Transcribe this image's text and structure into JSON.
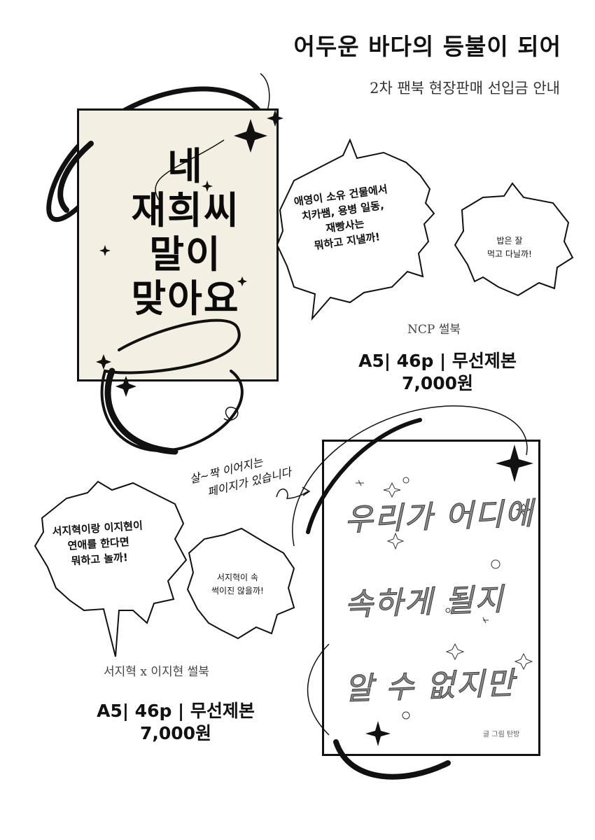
{
  "header": {
    "title_part1": "어두운",
    "title_part2": "바다의",
    "title_part3": "등불",
    "title_part4": "이 되어",
    "subtitle": "2차 팬북 현장판매 선입금 안내"
  },
  "book1": {
    "cover_lines": [
      "네",
      "재희씨",
      "말이",
      "맞아요"
    ],
    "bubble_main_lines": [
      "애영이 소유 건물에서",
      "치카쌤, 용병 일동,",
      "재빵사는",
      "뭐하고 지낼까!"
    ],
    "bubble_small_lines": [
      "밥은 잘",
      "먹고 다닐까!"
    ],
    "label": "NCP 썰북",
    "spec_line1": "A5| 46p | 무선제본",
    "spec_line2": "7,000원"
  },
  "handwritten_note_lines": [
    "살~짝 이어지는",
    "페이지가 있습니다"
  ],
  "book2": {
    "cover_lines": [
      "우리가 어디에",
      "속하게 될지",
      "알 수 없지만"
    ],
    "credit": "글 그림 탄방",
    "bubble_main_lines": [
      "서지혁이랑 이지현이",
      "연애를 한다면",
      "뭐하고 놀까!"
    ],
    "bubble_small_lines": [
      "서지혁이 속",
      "썩이진 않을까!"
    ],
    "label": "서지혁 x 이지현 썰북",
    "spec_line1": "A5| 46p | 무선제본",
    "spec_line2": "7,000원"
  },
  "colors": {
    "ink": "#111111",
    "cover_paper": "#f4efe3",
    "background": "#ffffff"
  },
  "icons": [
    "sparkle-icon",
    "swirl-ribbon",
    "speech-bubble"
  ]
}
